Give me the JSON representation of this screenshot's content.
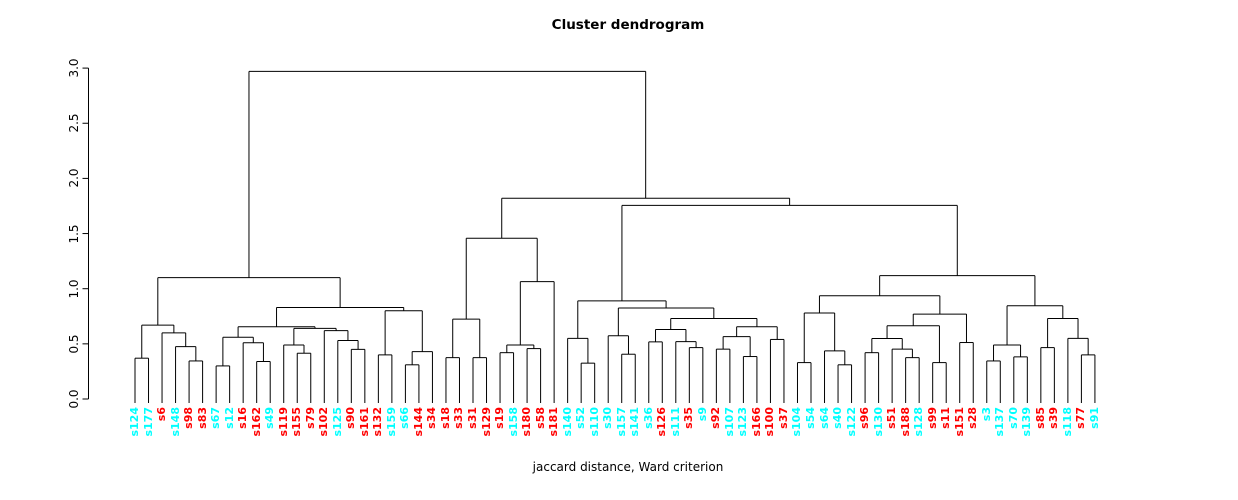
{
  "chart_data": {
    "type": "dendrogram",
    "title": "Cluster dendrogram",
    "xlabel": "jaccard distance, Ward criterion",
    "ylabel": "",
    "y_ticks": [
      "0.0",
      "0.5",
      "1.0",
      "1.5",
      "2.0",
      "2.5",
      "3.0"
    ],
    "ylim": [
      0,
      3.0
    ],
    "root_height": 2.97,
    "grid": false,
    "line_color": "#000000",
    "cluster_colors": {
      "cyan": "#00FFFF",
      "red": "#FF0000"
    },
    "leaves": [
      {
        "label": "s124",
        "color": "cyan"
      },
      {
        "label": "s177",
        "color": "cyan"
      },
      {
        "label": "s6",
        "color": "red"
      },
      {
        "label": "s148",
        "color": "cyan"
      },
      {
        "label": "s98",
        "color": "red"
      },
      {
        "label": "s83",
        "color": "red"
      },
      {
        "label": "s67",
        "color": "cyan"
      },
      {
        "label": "s12",
        "color": "cyan"
      },
      {
        "label": "s16",
        "color": "red"
      },
      {
        "label": "s162",
        "color": "red"
      },
      {
        "label": "s49",
        "color": "cyan"
      },
      {
        "label": "s119",
        "color": "red"
      },
      {
        "label": "s155",
        "color": "red"
      },
      {
        "label": "s79",
        "color": "red"
      },
      {
        "label": "s102",
        "color": "red"
      },
      {
        "label": "s125",
        "color": "cyan"
      },
      {
        "label": "s90",
        "color": "red"
      },
      {
        "label": "s161",
        "color": "red"
      },
      {
        "label": "s132",
        "color": "red"
      },
      {
        "label": "s159",
        "color": "cyan"
      },
      {
        "label": "s66",
        "color": "cyan"
      },
      {
        "label": "s144",
        "color": "red"
      },
      {
        "label": "s34",
        "color": "red"
      },
      {
        "label": "s18",
        "color": "red"
      },
      {
        "label": "s33",
        "color": "red"
      },
      {
        "label": "s31",
        "color": "red"
      },
      {
        "label": "s129",
        "color": "red"
      },
      {
        "label": "s19",
        "color": "red"
      },
      {
        "label": "s158",
        "color": "cyan"
      },
      {
        "label": "s180",
        "color": "red"
      },
      {
        "label": "s58",
        "color": "red"
      },
      {
        "label": "s181",
        "color": "red"
      },
      {
        "label": "s140",
        "color": "cyan"
      },
      {
        "label": "s52",
        "color": "cyan"
      },
      {
        "label": "s110",
        "color": "cyan"
      },
      {
        "label": "s30",
        "color": "cyan"
      },
      {
        "label": "s157",
        "color": "cyan"
      },
      {
        "label": "s141",
        "color": "cyan"
      },
      {
        "label": "s36",
        "color": "cyan"
      },
      {
        "label": "s126",
        "color": "red"
      },
      {
        "label": "s111",
        "color": "cyan"
      },
      {
        "label": "s35",
        "color": "red"
      },
      {
        "label": "s9",
        "color": "cyan"
      },
      {
        "label": "s92",
        "color": "red"
      },
      {
        "label": "s107",
        "color": "cyan"
      },
      {
        "label": "s123",
        "color": "cyan"
      },
      {
        "label": "s166",
        "color": "red"
      },
      {
        "label": "s100",
        "color": "red"
      },
      {
        "label": "s37",
        "color": "red"
      },
      {
        "label": "s104",
        "color": "cyan"
      },
      {
        "label": "s54",
        "color": "cyan"
      },
      {
        "label": "s64",
        "color": "cyan"
      },
      {
        "label": "s40",
        "color": "cyan"
      },
      {
        "label": "s122",
        "color": "cyan"
      },
      {
        "label": "s96",
        "color": "red"
      },
      {
        "label": "s130",
        "color": "cyan"
      },
      {
        "label": "s51",
        "color": "red"
      },
      {
        "label": "s188",
        "color": "red"
      },
      {
        "label": "s128",
        "color": "cyan"
      },
      {
        "label": "s99",
        "color": "red"
      },
      {
        "label": "s11",
        "color": "red"
      },
      {
        "label": "s151",
        "color": "red"
      },
      {
        "label": "s28",
        "color": "red"
      },
      {
        "label": "s3",
        "color": "cyan"
      },
      {
        "label": "s137",
        "color": "cyan"
      },
      {
        "label": "s70",
        "color": "cyan"
      },
      {
        "label": "s139",
        "color": "cyan"
      },
      {
        "label": "s85",
        "color": "red"
      },
      {
        "label": "s39",
        "color": "red"
      },
      {
        "label": "s118",
        "color": "cyan"
      },
      {
        "label": "s77",
        "color": "red"
      },
      {
        "label": "s91",
        "color": "cyan"
      }
    ],
    "tree": [
      2.97,
      [
        1.1,
        [
          0.67,
          [
            0.37,
            "s124",
            "s177"
          ],
          [
            0.6,
            "s6",
            [
              0.475,
              "s148",
              [
                0.345,
                "s98",
                "s83"
              ]
            ]
          ]
        ],
        [
          0.83,
          [
            0.655,
            [
              0.56,
              [
                0.3,
                "s67",
                "s12"
              ],
              [
                0.51,
                "s16",
                [
                  0.34,
                  "s162",
                  "s49"
                ]
              ]
            ],
            [
              0.64,
              [
                0.49,
                "s119",
                [
                  0.415,
                  "s155",
                  "s79"
                ]
              ],
              [
                0.62,
                "s102",
                [
                  0.53,
                  "s125",
                  [
                    0.45,
                    "s90",
                    "s161"
                  ]
                ]
              ]
            ]
          ],
          [
            0.8,
            [
              0.4,
              "s132",
              "s159"
            ],
            [
              0.43,
              [
                0.31,
                "s66",
                "s144"
              ],
              "s34"
            ]
          ]
        ]
      ],
      [
        1.82,
        [
          1.457,
          [
            0.724,
            [
              0.375,
              "s18",
              "s33"
            ],
            [
              0.375,
              "s31",
              "s129"
            ]
          ],
          [
            1.064,
            [
              0.49,
              [
                0.42,
                "s19",
                "s158"
              ],
              [
                0.457,
                "s180",
                "s58"
              ]
            ],
            "s181"
          ]
        ],
        [
          1.755,
          [
            0.89,
            [
              0.55,
              "s140",
              [
                0.325,
                "s52",
                "s110"
              ]
            ],
            [
              0.825,
              [
                0.573,
                "s30",
                [
                  0.406,
                  "s157",
                  "s141"
                ]
              ],
              [
                0.73,
                [
                  0.63,
                  [
                    0.518,
                    "s36",
                    "s126"
                  ],
                  [
                    0.52,
                    "s111",
                    [
                      0.466,
                      "s35",
                      "s9"
                    ]
                  ]
                ],
                [
                  0.655,
                  [
                    0.566,
                    [
                      0.452,
                      "s92",
                      "s107"
                    ],
                    [
                      0.385,
                      "s123",
                      "s166"
                    ]
                  ],
                  [
                    0.54,
                    "s100",
                    "s37"
                  ]
                ]
              ]
            ]
          ],
          [
            1.118,
            [
              0.936,
              [
                0.78,
                [
                  0.33,
                  "s104",
                  "s54"
                ],
                [
                  0.436,
                  "s64",
                  [
                    0.31,
                    "s40",
                    "s122"
                  ]
                ]
              ],
              [
                0.77,
                [
                  0.664,
                  [
                    0.548,
                    [
                      0.42,
                      "s96",
                      "s130"
                    ],
                    [
                      0.452,
                      "s51",
                      [
                        0.375,
                        "s188",
                        "s128"
                      ]
                    ]
                  ],
                  [
                    0.33,
                    "s99",
                    "s11"
                  ]
                ],
                [
                  0.512,
                  "s151",
                  "s28"
                ]
              ]
            ],
            [
              0.845,
              [
                0.49,
                [
                  0.345,
                  "s3",
                  "s137"
                ],
                [
                  0.382,
                  "s70",
                  "s139"
                ]
              ],
              [
                0.73,
                [
                  0.466,
                  "s85",
                  "s39"
                ],
                [
                  0.55,
                  "s118",
                  [
                    0.4,
                    "s77",
                    "s91"
                  ]
                ]
              ]
            ]
          ]
        ]
      ]
    ]
  }
}
